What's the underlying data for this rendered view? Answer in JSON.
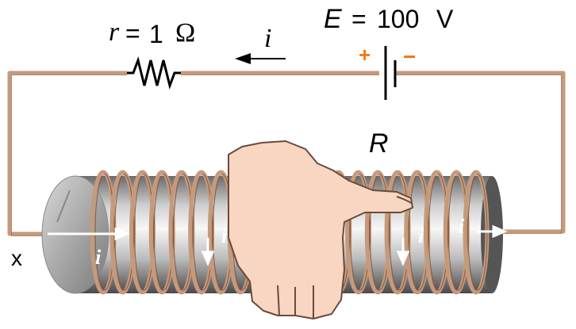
{
  "labels": {
    "resistor_r": "r",
    "resistor_eq": "=",
    "resistor_value": "1",
    "resistor_unit": "Ω",
    "emf_E": "E",
    "emf_eq": "=",
    "emf_value": "100",
    "emf_unit": "V",
    "current_top": "i",
    "battery_plus": "+",
    "battery_minus": "−",
    "coil_R": "R",
    "point_x": "x",
    "coil_currents": [
      "i",
      "i",
      "i",
      "i"
    ]
  },
  "colors": {
    "wire": "#c59a7c",
    "wire_dark": "#8a5a3f",
    "polarity": "#f07a1a",
    "core_light": "#f2f2f2",
    "core_dark": "#5a5a5a",
    "hand": "#f9d6c2"
  }
}
